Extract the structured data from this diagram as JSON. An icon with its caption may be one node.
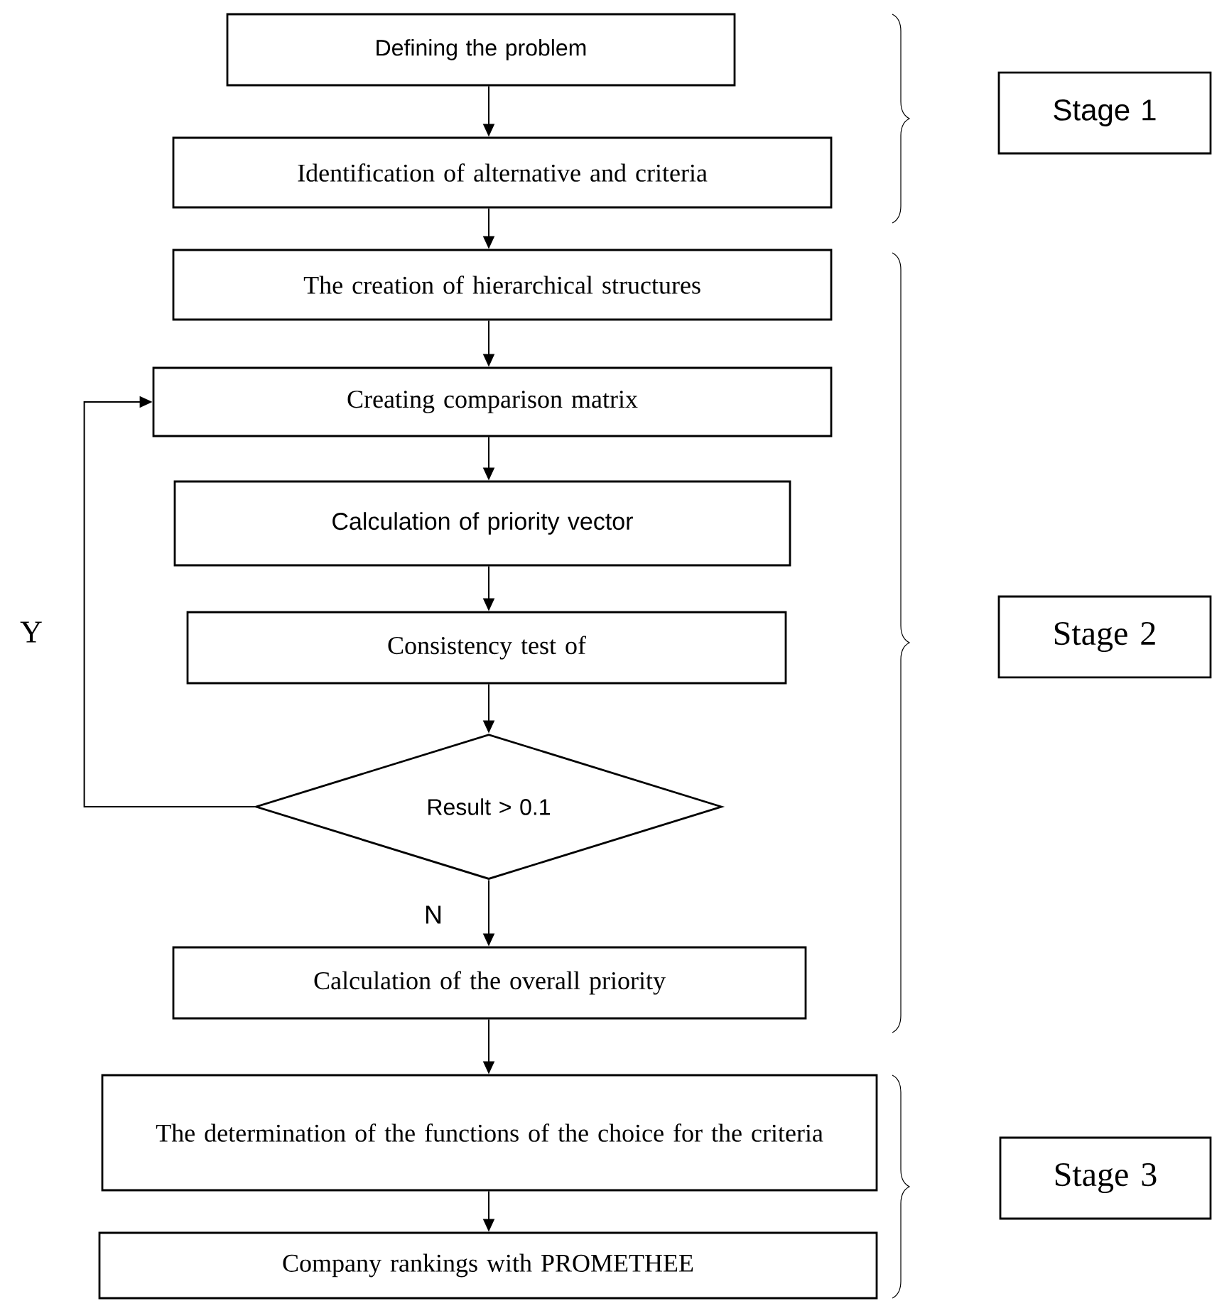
{
  "diagram": {
    "nodes": [
      {
        "text": [
          "Defining the problem"
        ]
      },
      {
        "text": [
          "Identification of alternative and criteria"
        ]
      },
      {
        "text": [
          "The creation of hierarchical structures"
        ]
      },
      {
        "text": [
          "Creating comparison matrix"
        ]
      },
      {
        "text": [
          "Calculation of priority vector"
        ]
      },
      {
        "text": [
          "Consistency test of"
        ]
      },
      {
        "text": [
          "Result > 0.1"
        ]
      },
      {
        "text": [
          "Calculation of the overall priority"
        ]
      },
      {
        "text": [
          "The determination of the functions of the choice for the criteria"
        ]
      },
      {
        "text": [
          "Company rankings with PROMETHEE"
        ]
      },
      {
        "text": [
          "Stage 1"
        ]
      },
      {
        "text": [
          "Stage 2"
        ]
      },
      {
        "text": [
          "Stage 3"
        ]
      }
    ],
    "edges": [
      {
        "from": 0,
        "to": 1,
        "arrow": "to"
      },
      {
        "from": 1,
        "to": 2,
        "arrow": "to"
      },
      {
        "from": 2,
        "to": 3,
        "arrow": "to"
      },
      {
        "from": 3,
        "to": 4,
        "arrow": "to"
      },
      {
        "from": 4,
        "to": 5,
        "arrow": "to"
      },
      {
        "from": 5,
        "to": 6,
        "arrow": "to"
      },
      {
        "from": 6,
        "to": 3,
        "arrow": "to",
        "label": "Y"
      },
      {
        "from": 6,
        "to": 7,
        "arrow": "to",
        "label": "N"
      },
      {
        "from": 7,
        "to": 8,
        "arrow": "to"
      },
      {
        "from": 8,
        "to": 9,
        "arrow": "to"
      }
    ]
  }
}
